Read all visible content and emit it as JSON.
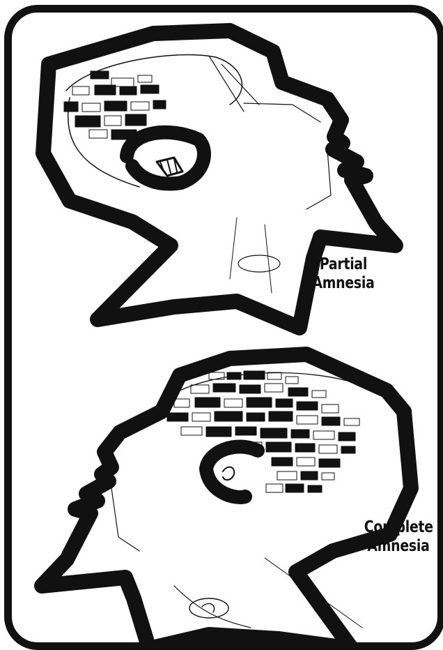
{
  "captions": {
    "partial": {
      "line1": "Partial",
      "line2": "Amnesia"
    },
    "complete": {
      "line1": "Complete",
      "line2": "Amnesia"
    }
  },
  "colors": {
    "ink": "#111111",
    "paper": "#ffffff"
  },
  "illustration": {
    "top_figure": "head-profile-facing-right-few-memory-blocks",
    "bottom_figure": "head-profile-facing-left-many-memory-blocks"
  }
}
